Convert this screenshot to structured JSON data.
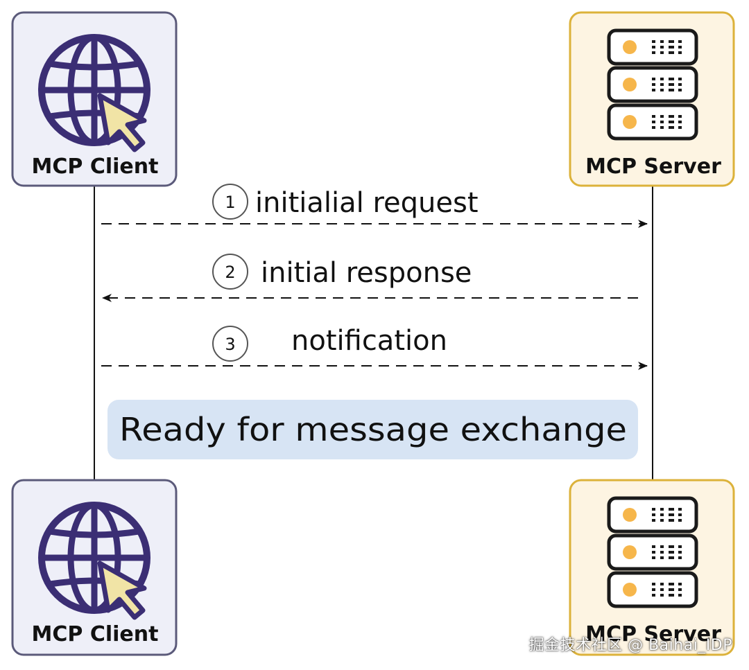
{
  "participants": {
    "client": {
      "label": "MCP Client",
      "icon": "globe-cursor-icon"
    },
    "server": {
      "label": "MCP Server",
      "icon": "server-rack-icon"
    }
  },
  "messages": [
    {
      "step": "1",
      "label": "initialial request",
      "direction": "client-to-server"
    },
    {
      "step": "2",
      "label": "initial response",
      "direction": "server-to-client"
    },
    {
      "step": "3",
      "label": "notification",
      "direction": "client-to-server"
    }
  ],
  "status_banner": "Ready for message exchange",
  "watermark": "掘金技术社区 @ Baihai_IDP",
  "colors": {
    "client_fill": "#eeeff8",
    "client_border": "#5b5a7a",
    "server_fill": "#fdf4e2",
    "server_border": "#dcb23a",
    "globe_stroke": "#3b2e74",
    "cursor_fill": "#f1e4a6",
    "server_led": "#f6b64b",
    "banner_fill": "#d7e4f4"
  }
}
